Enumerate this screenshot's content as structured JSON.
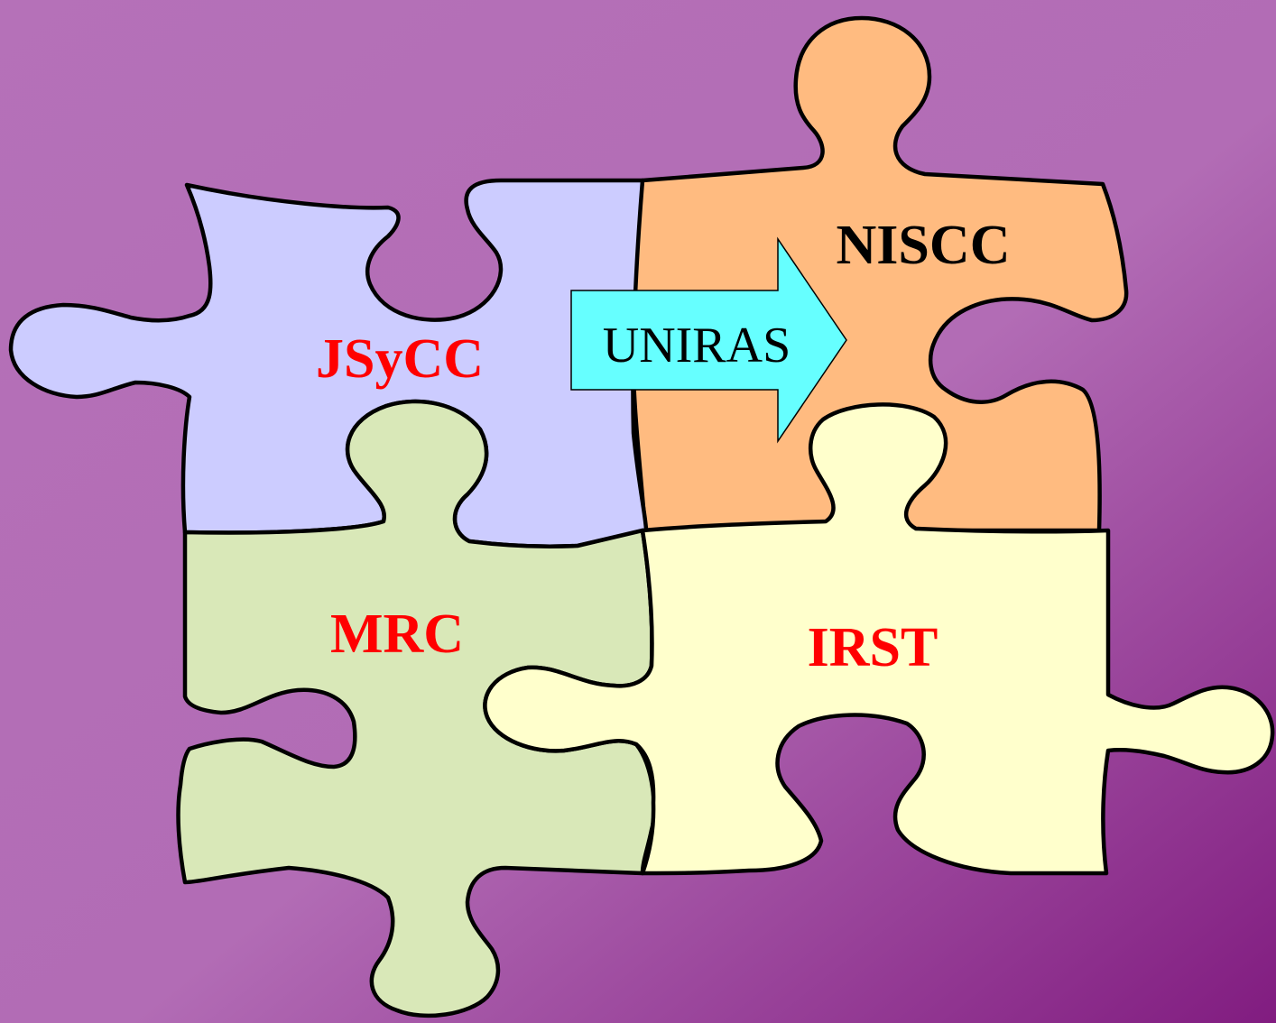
{
  "colors": {
    "background_light": "#B571B8",
    "background_dark": "#811C80",
    "outline": "#000000",
    "label_red": "#FF0000",
    "label_black": "#000000"
  },
  "pieces": {
    "jsycc": {
      "label": "JSyCC",
      "fill": "#CCCCFF",
      "label_color": "#FF0000"
    },
    "niscc": {
      "label": "NISCC",
      "fill": "#FFBB80",
      "label_color": "#000000"
    },
    "mrc": {
      "label": "MRC",
      "fill": "#D9E8B8",
      "label_color": "#FF0000"
    },
    "irst": {
      "label": "IRST",
      "fill": "#FFFFCC",
      "label_color": "#FF0000"
    }
  },
  "arrow": {
    "label": "UNIRAS",
    "fill": "#66FFFF",
    "label_color": "#000000",
    "direction": "right"
  }
}
